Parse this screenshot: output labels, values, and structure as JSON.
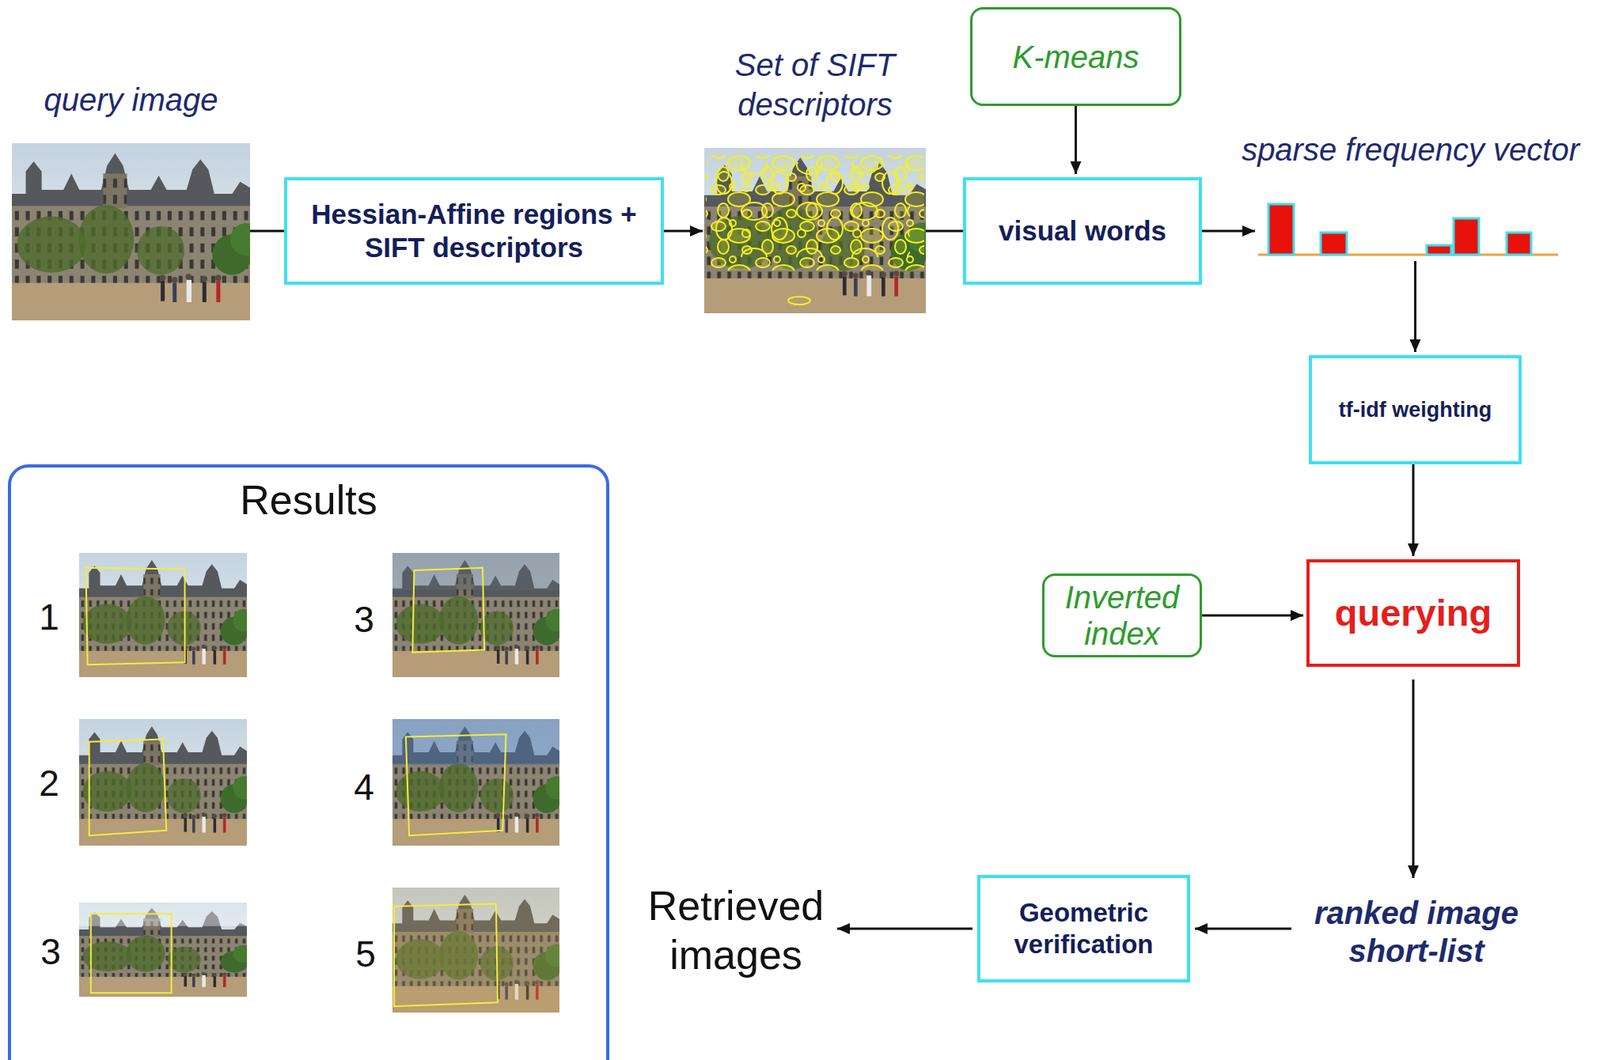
{
  "diagram": {
    "nodes": [
      {
        "text": [
          "query image"
        ]
      },
      {
        "text": [
          "Hessian-Affine regions + SIFT descriptors"
        ]
      },
      {
        "text": [
          "Set of SIFT descriptors"
        ]
      },
      {
        "text": [
          "K-means"
        ]
      },
      {
        "text": [
          "visual words"
        ]
      },
      {
        "text": [
          "sparse frequency vector"
        ]
      },
      {
        "text": [
          "tf-idf weighting"
        ]
      },
      {
        "text": [
          "Results"
        ]
      },
      {
        "text": [
          "Inverted index"
        ]
      },
      {
        "text": [
          "querying"
        ]
      },
      {
        "text": [
          "Retrieved images"
        ]
      },
      {
        "text": [
          "Geometric verification"
        ]
      },
      {
        "text": [
          "ranked image short-list"
        ]
      }
    ],
    "edges": [
      {
        "from": 0,
        "to": 1,
        "arrow": "none"
      },
      {
        "from": 1,
        "to": 2,
        "arrow": "to"
      },
      {
        "from": 2,
        "to": 4,
        "arrow": "none"
      },
      {
        "from": 3,
        "to": 4,
        "arrow": "to"
      },
      {
        "from": 4,
        "to": 5,
        "arrow": "to"
      },
      {
        "from": 5,
        "to": 6,
        "arrow": "to"
      },
      {
        "from": 6,
        "to": 9,
        "arrow": "to"
      },
      {
        "from": 8,
        "to": 9,
        "arrow": "to"
      },
      {
        "from": 9,
        "to": 12,
        "arrow": "to"
      },
      {
        "from": 12,
        "to": 11,
        "arrow": "to"
      },
      {
        "from": 11,
        "to": 10,
        "arrow": "to"
      }
    ],
    "labels": [
      "1",
      "3",
      "2",
      "4",
      "3",
      "5"
    ]
  }
}
